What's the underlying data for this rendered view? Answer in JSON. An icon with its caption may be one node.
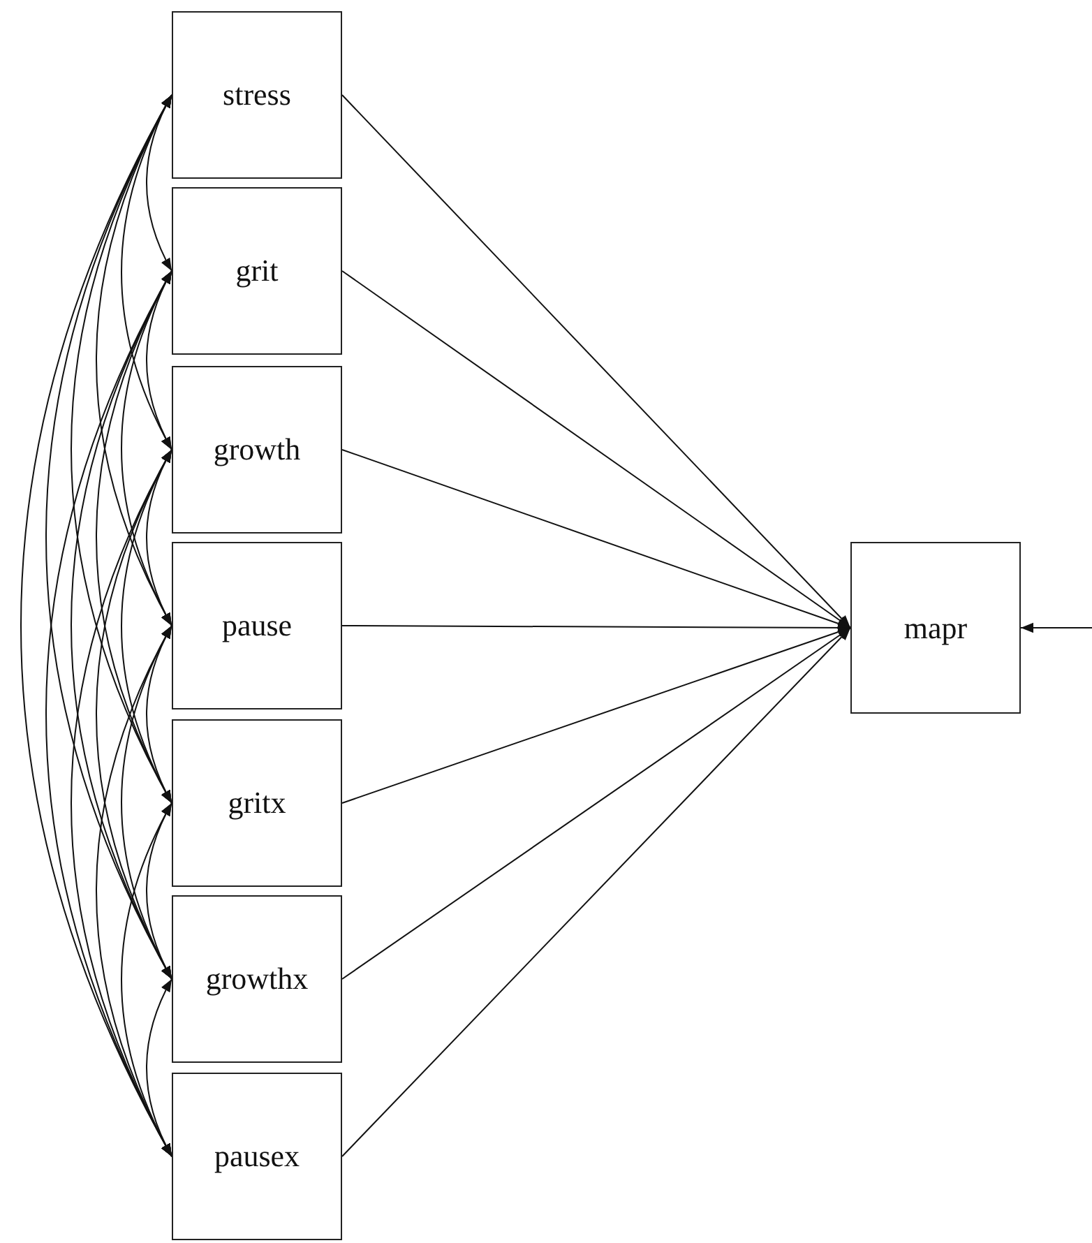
{
  "diagram": {
    "nodes": [
      {
        "text": [
          "stress"
        ]
      },
      {
        "text": [
          "grit"
        ]
      },
      {
        "text": [
          "growth"
        ]
      },
      {
        "text": [
          "pause"
        ]
      },
      {
        "text": [
          "gritx"
        ]
      },
      {
        "text": [
          "growthx"
        ]
      },
      {
        "text": [
          "pausex"
        ]
      },
      {
        "text": [
          "mapr"
        ]
      }
    ],
    "edges": [
      {
        "from": 0,
        "to": 7,
        "arrow": "to"
      },
      {
        "from": 1,
        "to": 7,
        "arrow": "to"
      },
      {
        "from": 2,
        "to": 7,
        "arrow": "to"
      },
      {
        "from": 3,
        "to": 7,
        "arrow": "to"
      },
      {
        "from": 4,
        "to": 7,
        "arrow": "to"
      },
      {
        "from": 5,
        "to": 7,
        "arrow": "to"
      },
      {
        "from": 6,
        "to": 7,
        "arrow": "to"
      },
      {
        "from": 0,
        "to": 1,
        "arrow": "both"
      },
      {
        "from": 0,
        "to": 2,
        "arrow": "both"
      },
      {
        "from": 0,
        "to": 3,
        "arrow": "both"
      },
      {
        "from": 0,
        "to": 4,
        "arrow": "both"
      },
      {
        "from": 0,
        "to": 5,
        "arrow": "both"
      },
      {
        "from": 0,
        "to": 6,
        "arrow": "both"
      },
      {
        "from": 1,
        "to": 2,
        "arrow": "both"
      },
      {
        "from": 1,
        "to": 3,
        "arrow": "both"
      },
      {
        "from": 1,
        "to": 4,
        "arrow": "both"
      },
      {
        "from": 1,
        "to": 5,
        "arrow": "both"
      },
      {
        "from": 1,
        "to": 6,
        "arrow": "both"
      },
      {
        "from": 2,
        "to": 3,
        "arrow": "both"
      },
      {
        "from": 2,
        "to": 4,
        "arrow": "both"
      },
      {
        "from": 2,
        "to": 5,
        "arrow": "both"
      },
      {
        "from": 2,
        "to": 6,
        "arrow": "both"
      },
      {
        "from": 3,
        "to": 4,
        "arrow": "both"
      },
      {
        "from": 3,
        "to": 5,
        "arrow": "both"
      },
      {
        "from": 3,
        "to": 6,
        "arrow": "both"
      },
      {
        "from": 4,
        "to": 5,
        "arrow": "both"
      },
      {
        "from": 4,
        "to": 6,
        "arrow": "both"
      },
      {
        "from": 5,
        "to": 6,
        "arrow": "both"
      },
      {
        "from": null,
        "to": 7,
        "arrow": "to"
      }
    ]
  }
}
